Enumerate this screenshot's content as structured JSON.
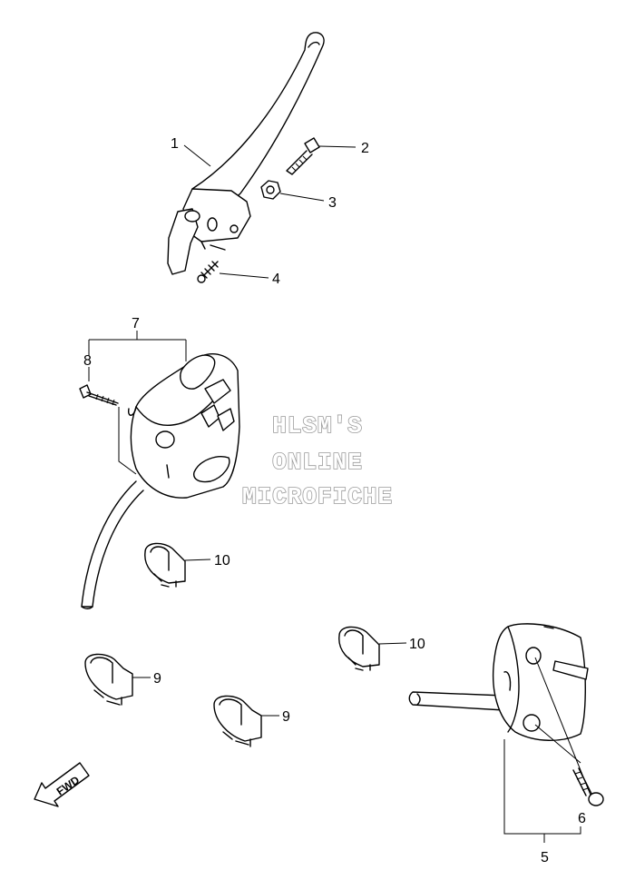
{
  "watermark": {
    "line1": "HLSM'S",
    "line2": "ONLINE",
    "line3": "MICROFICHE"
  },
  "direction_label": "FWD",
  "callouts": {
    "c1": "1",
    "c2": "2",
    "c3": "3",
    "c4": "4",
    "c5": "5",
    "c6": "6",
    "c7": "7",
    "c8": "8",
    "c9a": "9",
    "c9b": "9",
    "c10a": "10",
    "c10b": "10"
  }
}
